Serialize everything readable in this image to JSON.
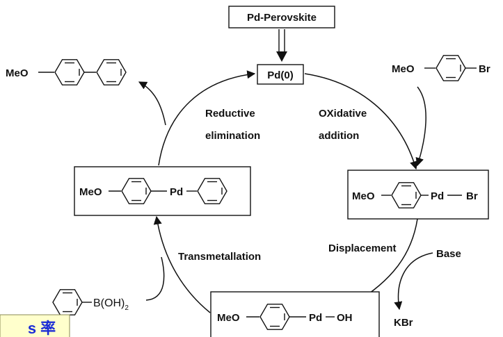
{
  "catalyst": {
    "label": "Pd-Perovskite"
  },
  "center_species": {
    "label": "Pd(0)"
  },
  "reactant_aryl_bromide": {
    "meo": "MeO",
    "br": "Br"
  },
  "product_biaryl": {
    "meo": "MeO"
  },
  "boronic_acid": {
    "prefix": "B(OH)",
    "subscript": "2"
  },
  "complex_ar_pd_br": {
    "meo": "MeO",
    "pd": "Pd",
    "br": "Br"
  },
  "complex_ar_pd_oh": {
    "meo": "MeO",
    "pd": "Pd",
    "oh": "OH"
  },
  "complex_ar_pd_ar": {
    "meo": "MeO",
    "pd": "Pd"
  },
  "steps": {
    "reductive_line1": "Reductive",
    "reductive_line2": "elimination",
    "oxidative_line1": "OXidative",
    "oxidative_line2": "addition",
    "transmetallation": "Transmetallation",
    "displacement": "Displacement"
  },
  "reagents": {
    "base": "Base",
    "kbr": "KBr"
  },
  "corner_banner": {
    "text": "s 率"
  }
}
